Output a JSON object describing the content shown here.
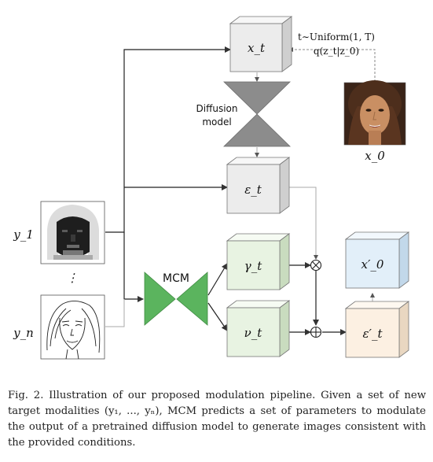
{
  "nodes": {
    "xt": "x_t",
    "eps_t": "ε_t",
    "gamma_t": "γ_t",
    "nu_t": "ν_t",
    "x0_prime": "x′_0",
    "eps_t_prime": "ε′_t",
    "x0_label": "x_0",
    "y1_label": "y_1",
    "yn_label": "y_n",
    "vdots": "⋮"
  },
  "diffusion_model_label": [
    "Diffusion",
    "model"
  ],
  "mcm_label": "MCM",
  "sampling_annotation": [
    "t∼Uniform(1, T)",
    "q(z_t|z_0)"
  ],
  "operators": {
    "multiply": "⊗",
    "add": "⊕"
  },
  "caption": "Fig. 2. Illustration of our proposed modulation pipeline. Given a set of new target modalities (y₁, ..., yₙ), MCM predicts a set of parameters to modulate the output of a pretrained diffusion model to generate images consistent with the provided conditions.",
  "colors": {
    "gray_box": "#ececec",
    "green_box": "#e8f3e2",
    "blue_box": "#e2eff9",
    "orange_box": "#fcf0e2",
    "diffusion": "#8c8c8c",
    "mcm": "#5bb45e"
  }
}
